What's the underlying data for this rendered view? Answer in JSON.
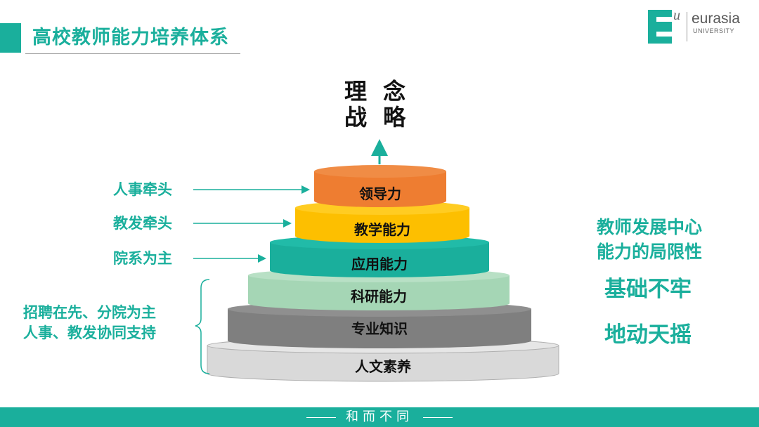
{
  "header": {
    "title": "高校教师能力培养体系",
    "accent_color": "#1aaf9c"
  },
  "logo": {
    "mark_letter": "E",
    "mark_superscript": "u",
    "name": "eurasia",
    "subtitle": "UNIVERSITY"
  },
  "concept": {
    "line1": "理 念",
    "line2": "战 略"
  },
  "pyramid": {
    "layers": [
      {
        "label": "领导力",
        "color": "#ee7d31"
      },
      {
        "label": "教学能力",
        "color": "#fdbf00"
      },
      {
        "label": "应用能力",
        "color": "#1aaf9c"
      },
      {
        "label": "科研能力",
        "color": "#a5d6b5"
      },
      {
        "label": "专业知识",
        "color": "#7f7f7f"
      },
      {
        "label": "人文素养",
        "color": "#d9d9d9"
      }
    ]
  },
  "left_labels": {
    "leadership": "人事牵头",
    "teaching": "教发牵头",
    "application": "院系为主",
    "foundation_line1": "招聘在先、分院为主",
    "foundation_line2": "人事、教发协同支持"
  },
  "right_panel": {
    "line1": "教师发展中心",
    "line2": "能力的局限性",
    "line3": "基础不牢",
    "line4": "地动天摇"
  },
  "footer": {
    "text": "和而不同"
  }
}
